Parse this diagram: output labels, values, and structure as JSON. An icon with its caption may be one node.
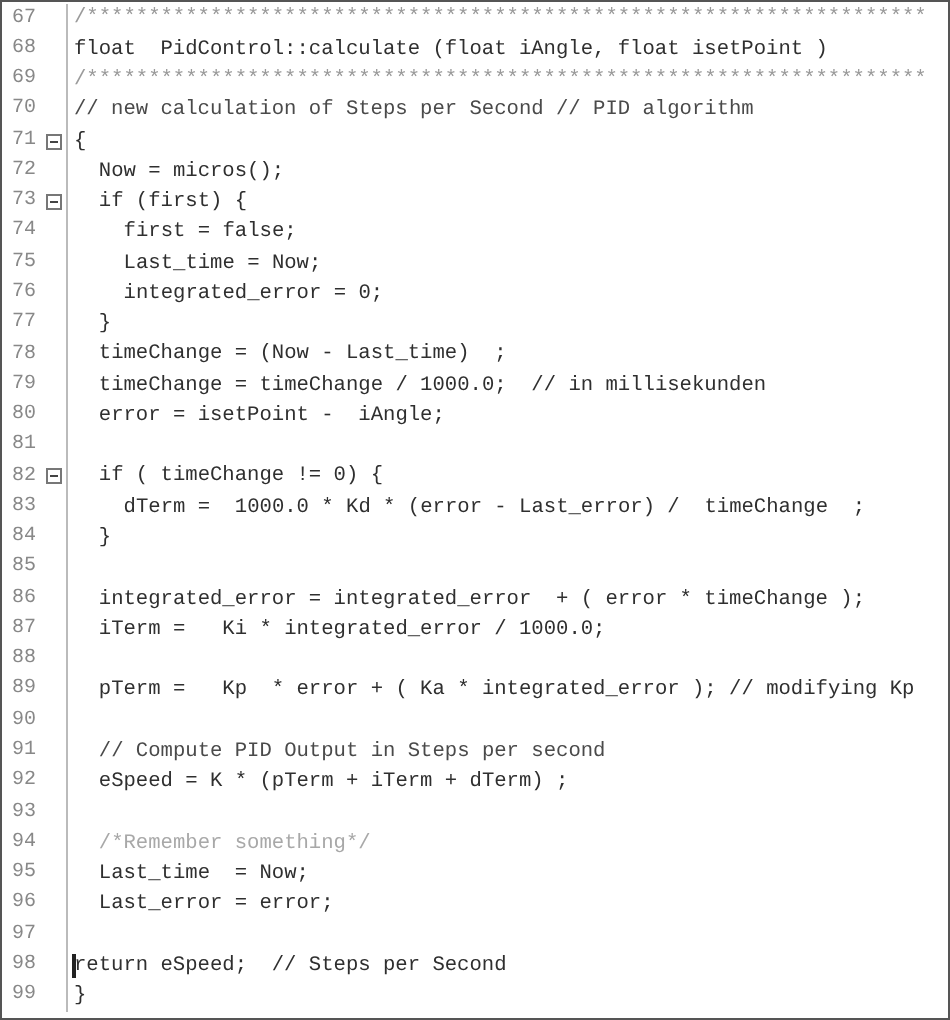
{
  "diagram": {
    "labels": [
      "67",
      "/********************************************************************",
      "68",
      "float  PidControl::calculate (float iAngle, float isetPoint )",
      "69",
      "/********************************************************************",
      "70",
      "// new calculation of Steps per Second // PID algorithm",
      "71",
      "{",
      "72",
      "Now = micros();",
      "73",
      "if (first) {",
      "74",
      "first = false;",
      "75",
      "Last_time = Now;",
      "76",
      "integrated_error = 0;",
      "77",
      "}",
      "78",
      "timeChange = (Now - Last_time)  ;",
      "79",
      "timeChange = timeChange / 1000.0;  // in millisekunden",
      "80",
      "error = isetPoint -  iAngle;",
      "81",
      "82",
      "if ( timeChange != 0) {",
      "83",
      "dTerm =  1000.0 * Kd * (error - Last_error) /  timeChange  ;",
      "84",
      "}",
      "85",
      "86",
      "integrated_error = integrated_error  + ( error * timeChange );",
      "87",
      "iTerm =   Ki * integrated_error / 1000.0;",
      "88",
      "89",
      "pTerm =   Kp  * error + ( Ka * integrated_error ); // modifying Kp",
      "90",
      "91",
      "// Compute PID Output in Steps per second",
      "92",
      "eSpeed = K * (pTerm + iTerm + dTerm) ;",
      "93",
      "94",
      "/*Remember something*/",
      "95",
      "Last_time  = Now;",
      "96",
      "Last_error = error;",
      "97",
      "98",
      "return eSpeed;  // Steps per Second",
      "99",
      "}"
    ]
  }
}
